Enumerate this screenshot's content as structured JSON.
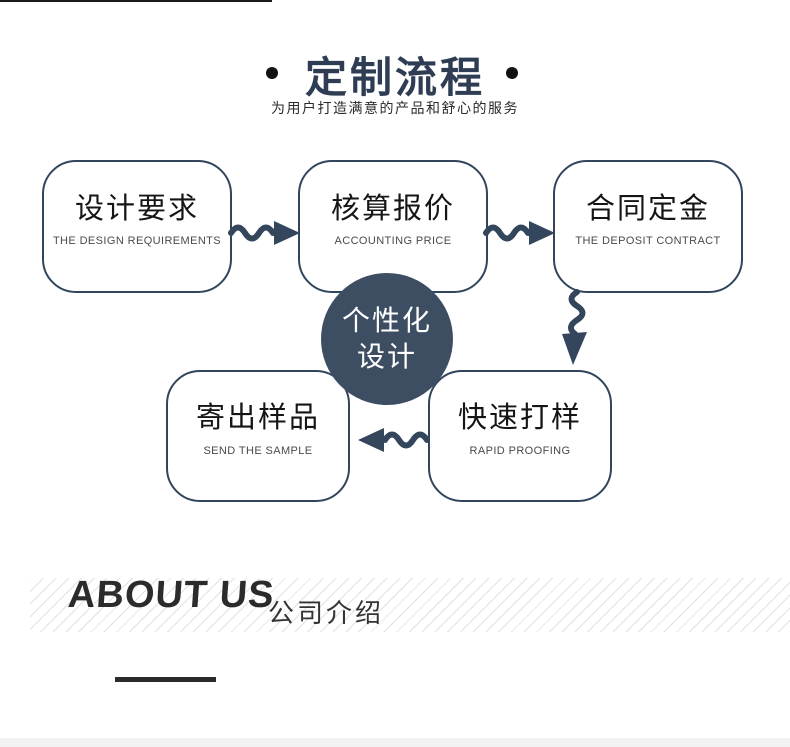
{
  "header": {
    "title": "定制流程",
    "subtitle": "为用户打造满意的产品和舒心的服务"
  },
  "flow": {
    "steps": [
      {
        "title": "设计要求",
        "subtitle": "THE DESIGN REQUIREMENTS"
      },
      {
        "title": "核算报价",
        "subtitle": "ACCOUNTING PRICE"
      },
      {
        "title": "合同定金",
        "subtitle": "THE DEPOSIT CONTRACT"
      },
      {
        "title": "快速打样",
        "subtitle": "RAPID PROOFING"
      },
      {
        "title": "寄出样品",
        "subtitle": "SEND THE SAMPLE"
      }
    ],
    "center_badge": {
      "line1": "个性化",
      "line2": "设计"
    }
  },
  "about": {
    "heading_en": "ABOUT US",
    "heading_zh": "公司介绍"
  },
  "colors": {
    "navy_border": "#31455c",
    "navy_arrow": "#33465c",
    "circle_fill": "#3d4e63",
    "title_text": "#2e3d53",
    "about_text": "#2b2b2b",
    "hatch_line": "#e2e2e2",
    "bottom_strip": "#f2f2f2"
  }
}
